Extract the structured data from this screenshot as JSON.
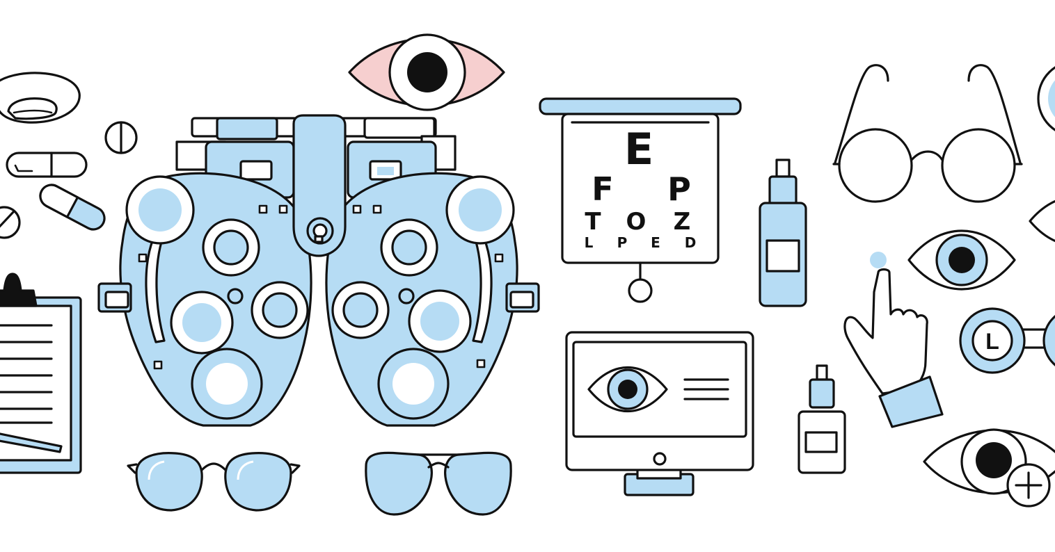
{
  "colors": {
    "accent_blue": "#b6dcf4",
    "accent_pink": "#f6cfcf",
    "ink": "#111111",
    "background": "#ffffff"
  },
  "eye_chart": {
    "rows": [
      [
        "E"
      ],
      [
        "F",
        "P"
      ],
      [
        "T",
        "O",
        "Z"
      ],
      [
        "L",
        "P",
        "E",
        "D"
      ]
    ]
  },
  "contact_lens_case": {
    "left_label": "L"
  },
  "icons": [
    "contact-lens-icon",
    "pill-icon",
    "capsule-icon",
    "clipboard-icon",
    "phoropter-icon",
    "red-eye-icon",
    "eye-chart-icon",
    "eye-drops-icon",
    "round-glasses-icon",
    "monitor-eye-scan-icon",
    "pointing-hand-icon",
    "eye-icon",
    "contact-lens-case-icon",
    "eye-plus-icon",
    "blue-lens-glasses-icon",
    "aviator-sunglasses-icon"
  ]
}
